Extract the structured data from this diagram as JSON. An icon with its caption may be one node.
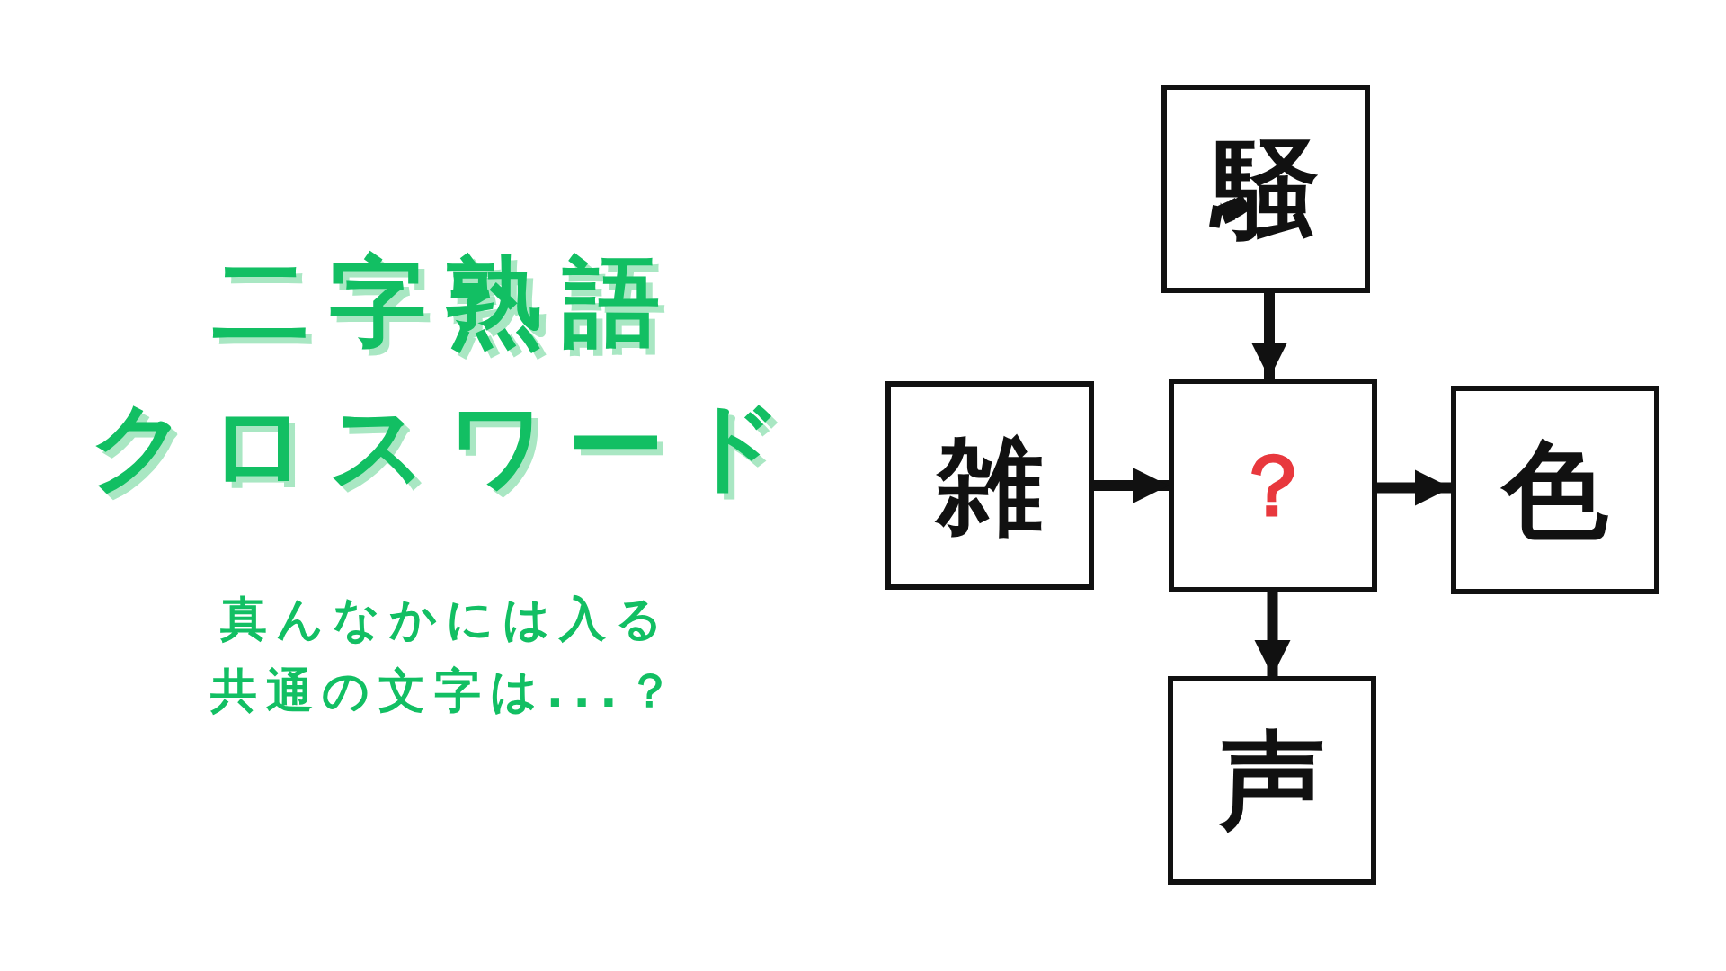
{
  "diagram": {
    "nodes": [
      {
        "text": [
          "騒"
        ]
      },
      {
        "text": [
          "雑"
        ]
      },
      {
        "text": [
          "？"
        ]
      },
      {
        "text": [
          "色"
        ]
      },
      {
        "text": [
          "声"
        ]
      }
    ],
    "edges": [
      {
        "from": 0,
        "to": 2,
        "arrow": "to"
      },
      {
        "from": 1,
        "to": 2,
        "arrow": "to"
      },
      {
        "from": 2,
        "to": 3,
        "arrow": "to"
      },
      {
        "from": 2,
        "to": 4,
        "arrow": "to"
      }
    ],
    "labels": [
      "二字熟語",
      "クロスワード",
      "真んなかには入る",
      "共通の文字は...？"
    ]
  }
}
